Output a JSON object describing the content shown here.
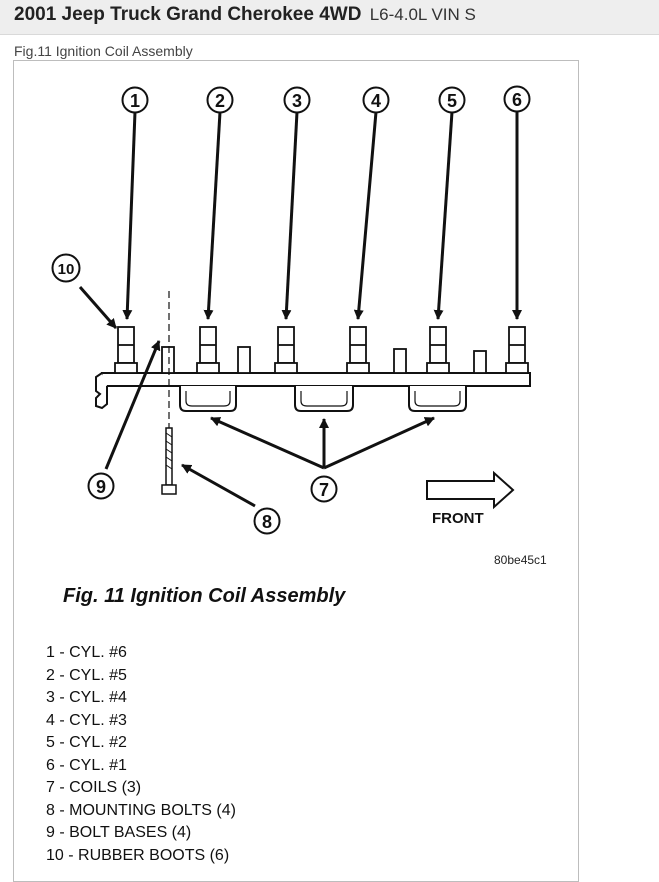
{
  "header": {
    "title": "2001 Jeep Truck Grand Cherokee 4WD",
    "subtitle": "L6-4.0L VIN S"
  },
  "caption": "Fig.11 Ignition Coil Assembly",
  "figure": {
    "title": "Fig. 11 Ignition Coil Assembly",
    "code": "80be45c1",
    "front_label": "FRONT",
    "callouts": [
      "1",
      "2",
      "3",
      "4",
      "5",
      "6",
      "7",
      "8",
      "9",
      "10"
    ],
    "legend": [
      "1 - CYL. #6",
      "2 - CYL. #5",
      "3 - CYL. #4",
      "4 - CYL. #3",
      "5 - CYL. #2",
      "6 - CYL. #1",
      "7 - COILS (3)",
      "8 - MOUNTING BOLTS (4)",
      "9 - BOLT BASES (4)",
      "10 - RUBBER BOOTS (6)"
    ]
  }
}
